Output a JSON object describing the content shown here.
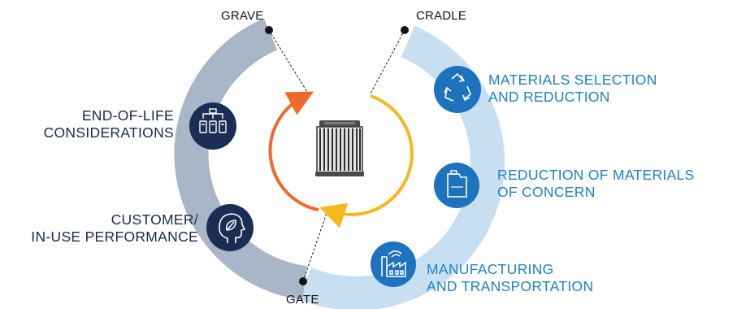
{
  "phases": {
    "grave": "GRAVE",
    "cradle": "CRADLE",
    "gate": "GATE"
  },
  "stages": {
    "materials_selection": {
      "line1": "MATERIALS SELECTION",
      "line2": "AND REDUCTION",
      "icon": "recycle-icon"
    },
    "materials_of_concern": {
      "line1": "REDUCTION OF MATERIALS",
      "line2": "OF CONCERN",
      "icon": "container-icon"
    },
    "manufacturing": {
      "line1": "MANUFACTURING",
      "line2": "AND TRANSPORTATION",
      "icon": "factory-icon"
    },
    "end_of_life": {
      "line1": "END-OF-LIFE",
      "line2": "CONSIDERATIONS",
      "icon": "bins-icon"
    },
    "customer": {
      "line1": "CUSTOMER/",
      "line2": "IN-USE PERFORMANCE",
      "icon": "head-leaf-icon"
    }
  },
  "center_icon": "filter-cartridge-icon",
  "colors": {
    "ring_light": "#c7dff1",
    "ring_dark": "#a9b6c8",
    "icon_blue": "#1e73be",
    "icon_navy": "#1a2e55",
    "arrow_orange": "#ee6a2a",
    "arrow_yellow": "#f6b81c",
    "text_blue": "#1d7fd1",
    "text_navy": "#1a2a4a"
  }
}
